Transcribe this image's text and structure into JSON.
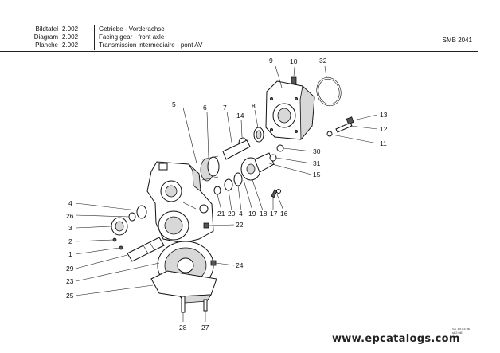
{
  "header": {
    "rows": [
      {
        "label": "Bildtafel",
        "code": "2.002",
        "text": "Getriebe - Vorderachse"
      },
      {
        "label": "Diagram",
        "code": "2.002",
        "text": "Facing gear - front axle"
      },
      {
        "label": "Planche",
        "code": "2.002",
        "text": "Transmission intermédiaire - pont AV"
      }
    ],
    "model": "SMB 2041"
  },
  "part_numbers": [
    "1",
    "2",
    "3",
    "4",
    "5",
    "6",
    "7",
    "8",
    "9",
    "10",
    "11",
    "12",
    "13",
    "14",
    "15",
    "16",
    "17",
    "18",
    "19",
    "20",
    "21",
    "22",
    "23",
    "24",
    "25",
    "26",
    "27",
    "28",
    "29",
    "30",
    "31",
    "32"
  ],
  "extra_labels": {
    "second_4": "4"
  },
  "notes": [
    "SK 19.03.96",
    "s82.081"
  ],
  "watermark": "www.epcatalogs.com"
}
